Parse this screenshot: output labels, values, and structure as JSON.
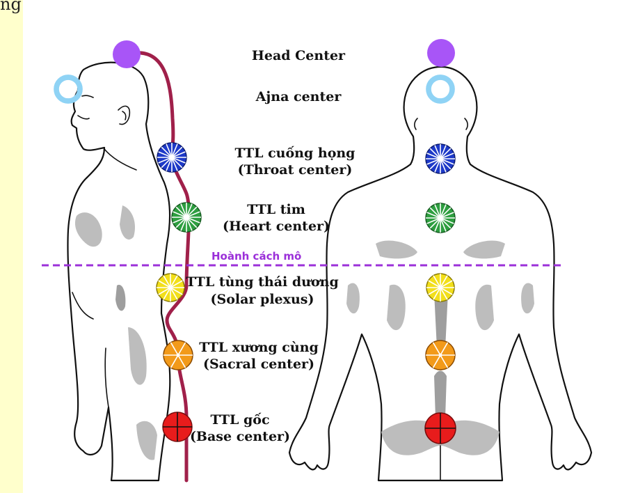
{
  "top_text": "ng",
  "colors": {
    "side_strip": "#FFFFCC",
    "spine_line": "#A0204A",
    "diaphragm_line": "#9B30D9",
    "head_center": "#A855F7",
    "ajna_center": "#8FD3F5",
    "throat_center": "#1E3AC8",
    "heart_center": "#2E9E40",
    "solar_plexus": "#F2DF1B",
    "sacral_center": "#F29A1A",
    "base_center": "#E81C1C"
  },
  "diaphragm_label": "Hoành  cách mô",
  "centers": [
    {
      "id": "head",
      "lines": [
        "Head Center"
      ],
      "icon": "solid-circle-icon"
    },
    {
      "id": "ajna",
      "lines": [
        "Ajna center"
      ],
      "icon": "ring-icon"
    },
    {
      "id": "throat",
      "lines": [
        "TTL cuống họng",
        "(Throat center)"
      ],
      "icon": "spoked-wheel-icon"
    },
    {
      "id": "heart",
      "lines": [
        "TTL tim",
        "(Heart center)"
      ],
      "icon": "spoked-wheel-icon"
    },
    {
      "id": "solar",
      "lines": [
        "TTL tùng thái dương",
        "(Solar plexus)"
      ],
      "icon": "spoked-wheel-icon"
    },
    {
      "id": "sacral",
      "lines": [
        "TTL xương cùng",
        "(Sacral center)"
      ],
      "icon": "spoked-wheel-icon"
    },
    {
      "id": "base",
      "lines": [
        "TTL gốc",
        "(Base center)"
      ],
      "icon": "cross-circle-icon"
    }
  ]
}
